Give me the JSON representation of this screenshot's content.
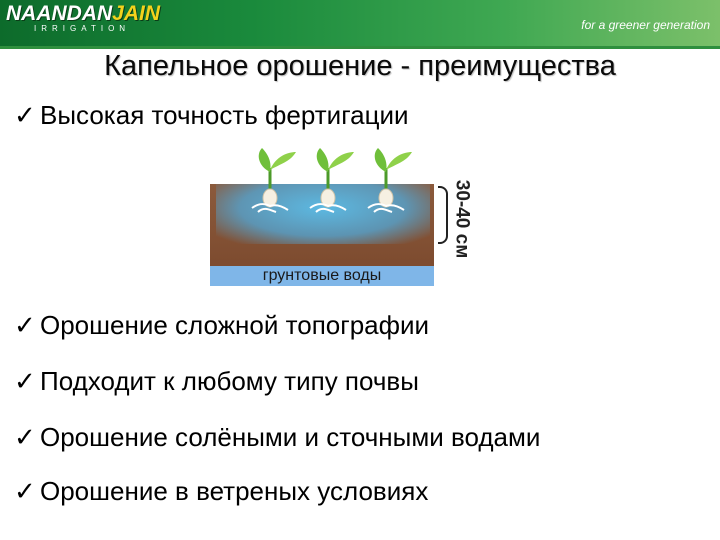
{
  "header": {
    "logo_part1": "NAANDAN",
    "logo_part2": "JAIN",
    "logo_sub": "IRRIGATION",
    "tagline": "for a greener generation",
    "brand_color": "#1a8a3c",
    "accent_color": "#f4d21c"
  },
  "title": "Капельное орошение - преимущества",
  "bullets": [
    "Высокая точность фертигации",
    "Орошение сложной топографии",
    "Подходит к любому типу почвы",
    "Орошение солёными и сточными водами",
    "Орошение в ветреных условиях"
  ],
  "bullet_icon": "checkmark-icon",
  "figure": {
    "groundwater_label": "грунтовые воды",
    "depth_label": "30-40 см",
    "plants_icon": "seedling-icon"
  }
}
